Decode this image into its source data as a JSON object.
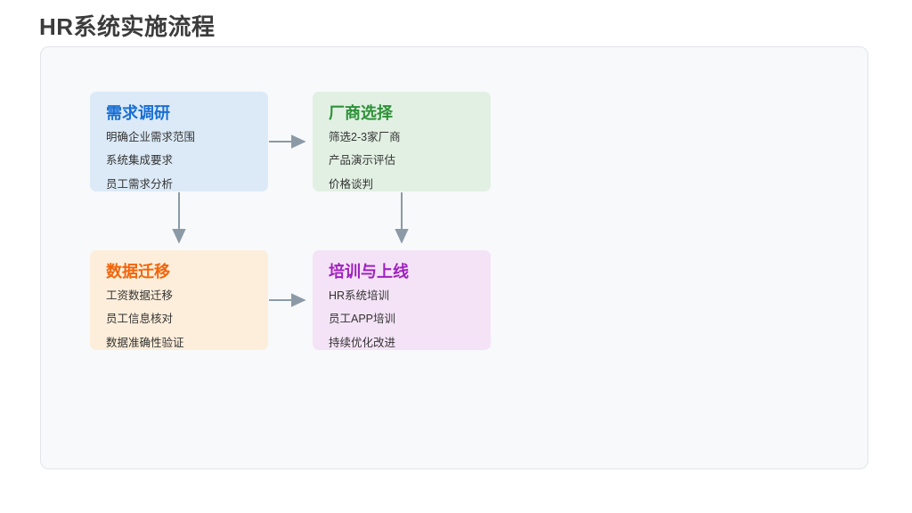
{
  "page": {
    "title": "HR系统实施流程"
  },
  "diagram": {
    "type": "flowchart",
    "arrow_color": "#8b9aa6",
    "panel_background": "#f8f9fb",
    "nodes": [
      {
        "id": "requirements",
        "title": "需求调研",
        "title_color": "#1a6fd4",
        "background": "#dceaf7",
        "items": [
          "明确企业需求范围",
          "系统集成要求",
          "员工需求分析"
        ]
      },
      {
        "id": "vendor-selection",
        "title": "厂商选择",
        "title_color": "#2e9138",
        "background": "#e2f0e3",
        "items": [
          "筛选2-3家厂商",
          "产品演示评估",
          "价格谈判"
        ]
      },
      {
        "id": "data-migration",
        "title": "数据迁移",
        "title_color": "#f2650a",
        "background": "#fdeedb",
        "items": [
          "工资数据迁移",
          "员工信息核对",
          "数据准确性验证"
        ]
      },
      {
        "id": "training-golive",
        "title": "培训与上线",
        "title_color": "#a020c0",
        "background": "#f4e3f6",
        "items": [
          "HR系统培训",
          "员工APP培训",
          "持续优化改进"
        ]
      }
    ],
    "edges": [
      {
        "from": "requirements",
        "to": "vendor-selection",
        "direction": "horizontal"
      },
      {
        "from": "requirements",
        "to": "data-migration",
        "direction": "vertical"
      },
      {
        "from": "vendor-selection",
        "to": "training-golive",
        "direction": "vertical"
      },
      {
        "from": "data-migration",
        "to": "training-golive",
        "direction": "horizontal"
      }
    ]
  }
}
